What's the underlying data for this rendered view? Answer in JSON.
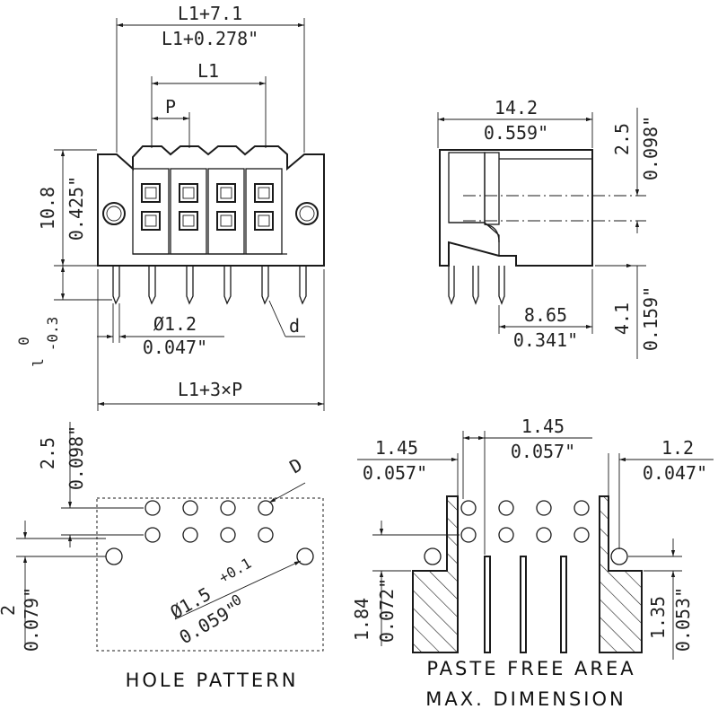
{
  "front_view": {
    "overall_width_mm": "L1+7.1",
    "overall_width_in": "L1+0.278\"",
    "pitch_span": "L1",
    "pitch": "P",
    "height_mm": "10.8",
    "height_in": "0.425\"",
    "tolerance_top": "0",
    "tolerance_bottom": "-0.3",
    "tolerance_prefix": "l",
    "pin_dia_mm": "Ø1.2",
    "pin_dia_in": "0.047\"",
    "pin_label": "d",
    "base_width": "L1+3×P"
  },
  "side_view": {
    "depth_mm": "14.2",
    "depth_in": "0.559\"",
    "offset_mm": "2.5",
    "offset_in": "0.098\"",
    "pin_offset_mm": "8.65",
    "pin_offset_in": "0.341\"",
    "pin_length_mm": "4.1",
    "pin_length_in": "0.159\""
  },
  "hole_pattern": {
    "title": "HOLE PATTERN",
    "row_spacing_mm": "2.5",
    "row_spacing_in": "0.098\"",
    "offset_mm": "2",
    "offset_in": "0.079\"",
    "hole_label": "D",
    "mount_dia_mm": "Ø1.5",
    "mount_tol_top": "+0.1",
    "mount_tol_bottom": "0",
    "mount_dia_in": "0.059\""
  },
  "paste_free": {
    "title_line1": "PASTE FREE AREA",
    "title_line2": "MAX. DIMENSION",
    "left_gap_mm": "1.45",
    "left_gap_in": "0.057\"",
    "mid_gap_mm": "1.45",
    "mid_gap_in": "0.057\"",
    "right_gap_mm": "1.2",
    "right_gap_in": "0.047\"",
    "left_height_mm": "1.84",
    "left_height_in": "0.072\"",
    "right_height_mm": "1.35",
    "right_height_in": "0.053\""
  }
}
